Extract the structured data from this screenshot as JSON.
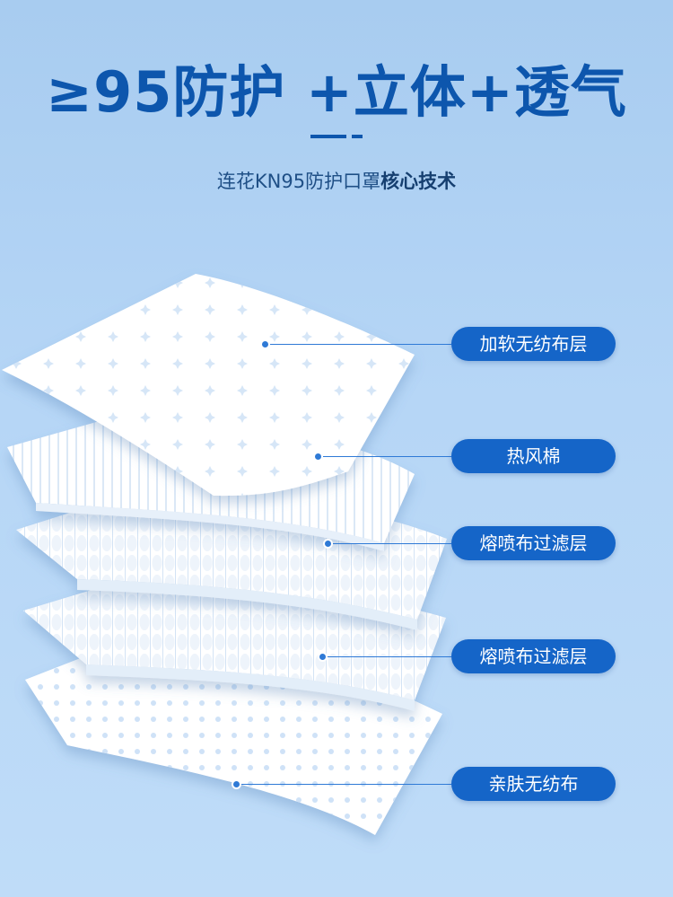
{
  "headline": "≥95防护 +立体+透气",
  "subtitle": {
    "normal": "连花KN95防护口罩",
    "bold": "核心技术"
  },
  "layers": [
    {
      "label": "加软无纺布层"
    },
    {
      "label": "热风棉"
    },
    {
      "label": "熔喷布过滤层"
    },
    {
      "label": "熔喷布过滤层"
    },
    {
      "label": "亲肤无纺布"
    }
  ],
  "colors": {
    "headline": "#0d56ad",
    "pill": "#1565c8",
    "background_top": "#a8ccf0",
    "background_bottom": "#bfdcf8"
  }
}
